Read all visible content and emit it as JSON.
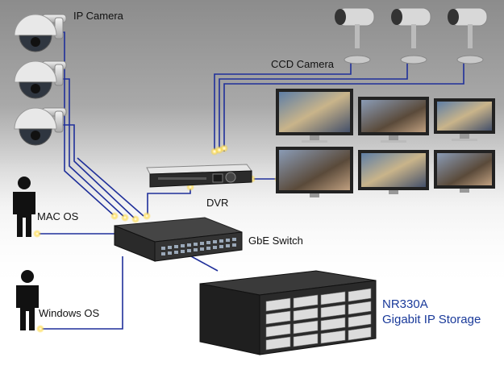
{
  "labels": {
    "ip_camera": "IP Camera",
    "ccd_camera": "CCD Camera",
    "mac_os": "MAC OS",
    "dvr": "DVR",
    "gbe_switch": "GbE Switch",
    "windows_os": "Windows OS",
    "storage_model": "NR330A",
    "storage_desc": "Gigabit IP Storage"
  },
  "colors": {
    "wire": "#1f2f9a",
    "storage_label": "#1a3a9a",
    "device_dark": "#2a2a2a",
    "device_silver": "#dcdcdc"
  },
  "devices": {
    "ip_cameras": 3,
    "ccd_cameras": 3,
    "monitors": 6,
    "workstations": 2,
    "storage_bays": 16,
    "switch_ports": 24
  }
}
